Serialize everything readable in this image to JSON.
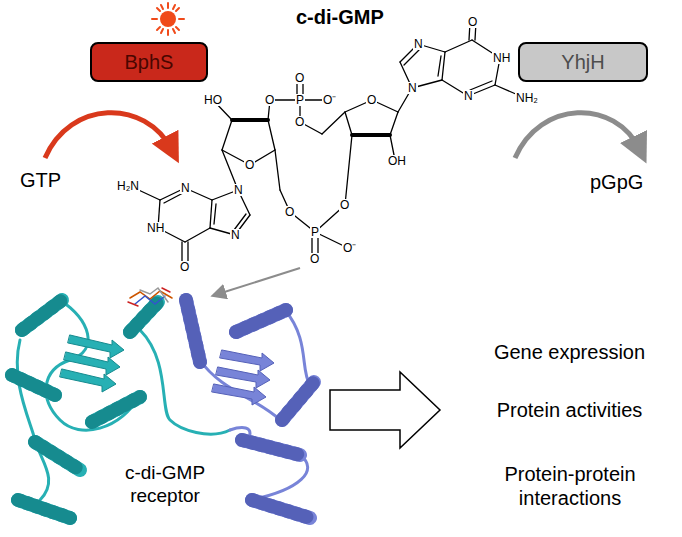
{
  "diagram": {
    "title": "c-di-GMP",
    "nodes": [
      {
        "text": [
          "BphS"
        ]
      },
      {
        "text": [
          "YhjH"
        ]
      }
    ],
    "labels": [
      "HO",
      "O",
      "P",
      "O",
      "O⁻",
      "O",
      "O",
      "N",
      "N",
      "O",
      "NH",
      "NH₂",
      "N",
      "OH",
      "O",
      "P",
      "O⁻",
      "O",
      "O",
      "O",
      "N",
      "N",
      "O",
      "NH",
      "H₂N",
      "N",
      "GTP",
      "pGpG",
      "c-di-GMP receptor",
      "Gene expression",
      "Protein activities",
      "Protein-protein interactions"
    ]
  }
}
